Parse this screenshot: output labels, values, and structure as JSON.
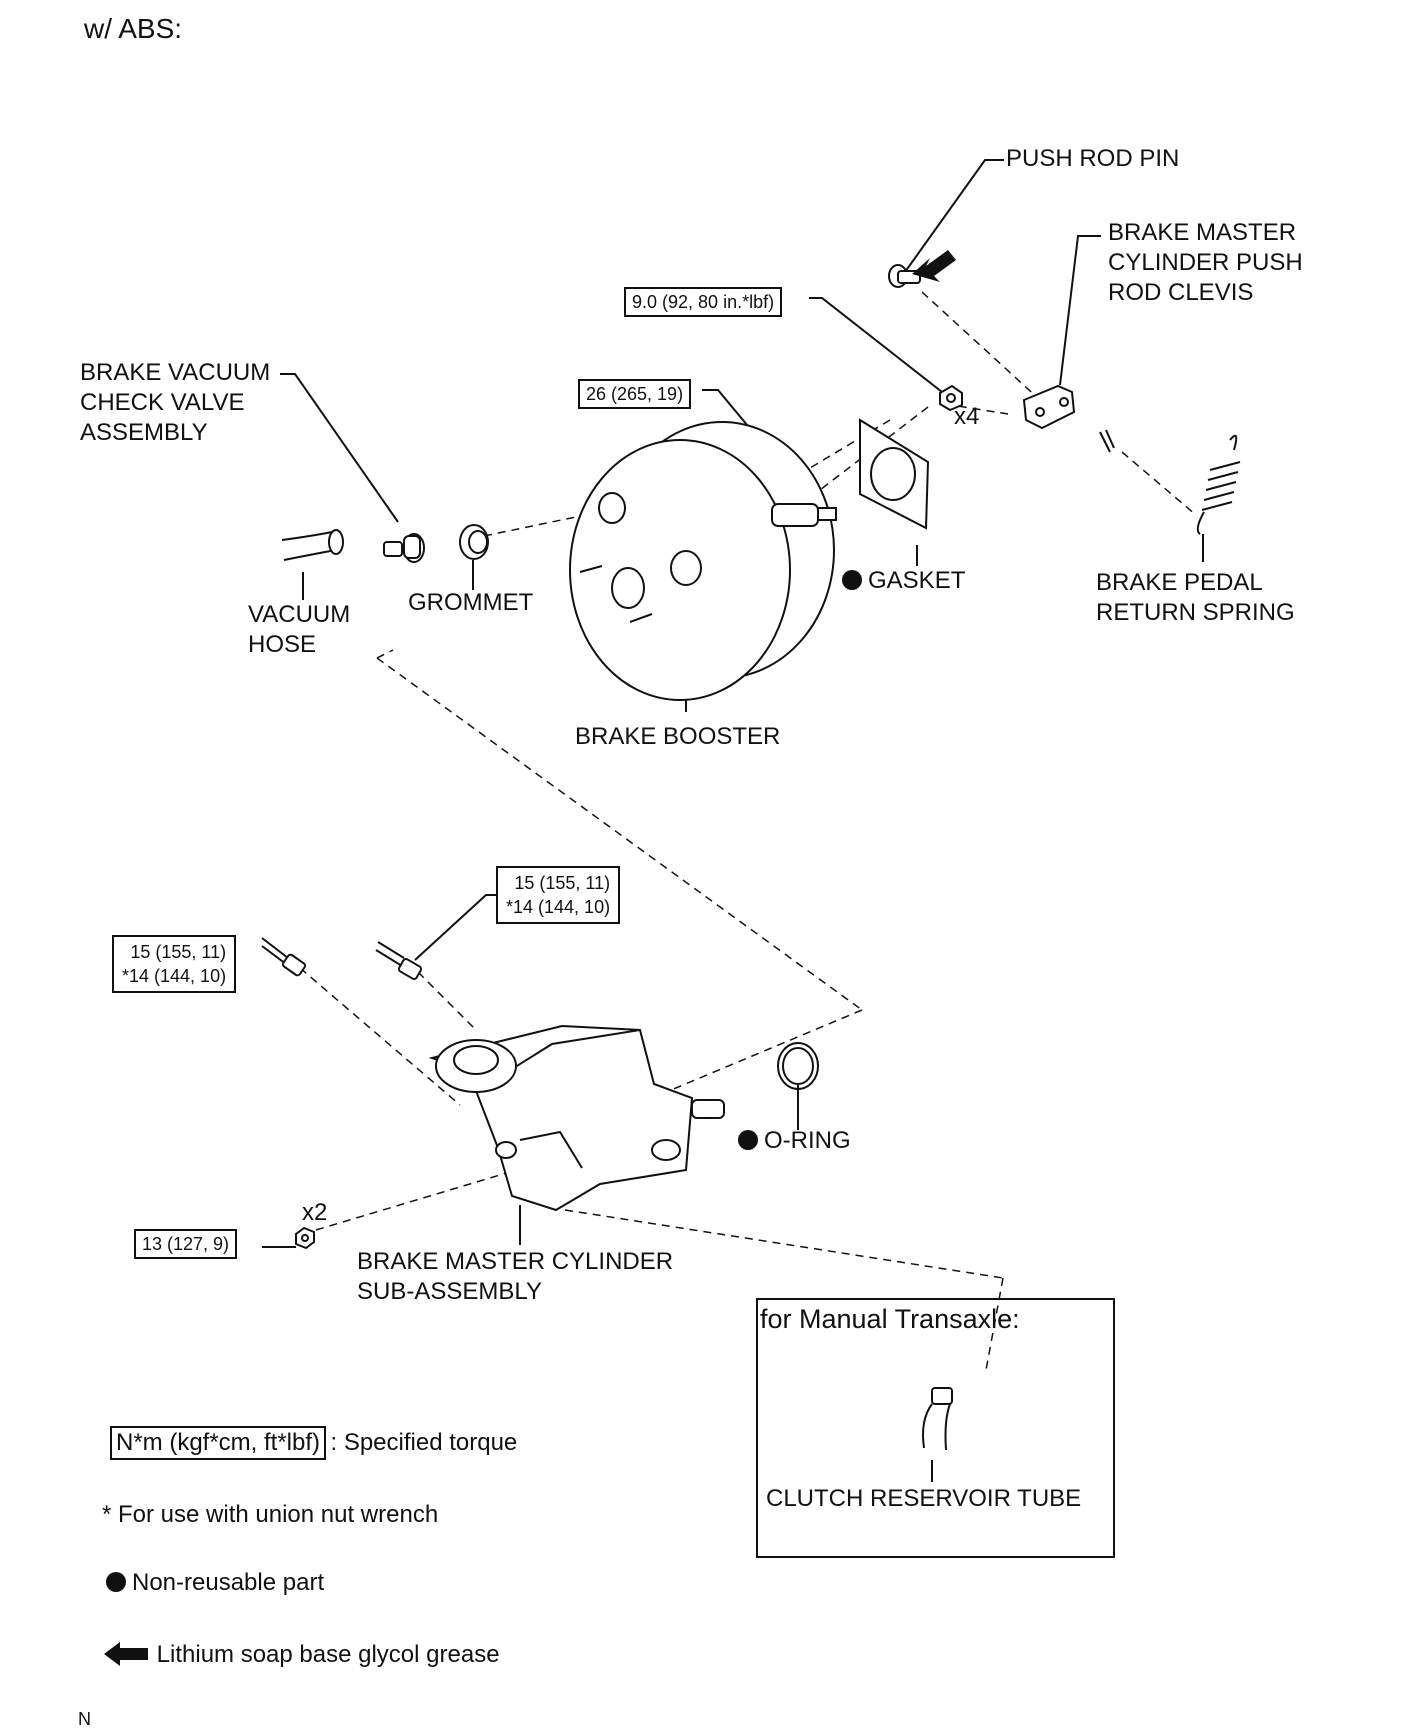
{
  "header": {
    "variant": "w/ ABS:"
  },
  "parts": {
    "push_rod_pin": "PUSH ROD PIN",
    "push_rod_clevis": [
      "BRAKE MASTER",
      "CYLINDER PUSH",
      "ROD CLEVIS"
    ],
    "check_valve": [
      "BRAKE VACUUM",
      "CHECK VALVE",
      "ASSEMBLY"
    ],
    "vacuum_hose": [
      "VACUUM",
      "HOSE"
    ],
    "grommet": "GROMMET",
    "gasket": "GASKET",
    "return_spring": [
      "BRAKE PEDAL",
      "RETURN SPRING"
    ],
    "brake_booster": "BRAKE BOOSTER",
    "o_ring": "O-RING",
    "master_cylinder": [
      "BRAKE MASTER CYLINDER",
      "SUB-ASSEMBLY"
    ],
    "qty_x4": "x4",
    "qty_x2": "x2"
  },
  "torques": {
    "clevis_nut": "9.0 (92, 80 in.*lbf)",
    "booster_nut": "26 (265, 19)",
    "brake_line_right": [
      "15 (155, 11)",
      "*14 (144, 10)"
    ],
    "brake_line_left": [
      "15 (155, 11)",
      "*14 (144, 10)"
    ],
    "master_cylinder_nut": "13 (127, 9)"
  },
  "inset": {
    "title": "for Manual Transaxle:",
    "part": "CLUTCH RESERVOIR TUBE"
  },
  "legend": {
    "torque_unit": "N*m (kgf*cm, ft*lbf)",
    "torque_text": ": Specified torque",
    "union_note": "* For use with union nut wrench",
    "non_reusable": "Non-reusable part",
    "grease": "Lithium soap base glycol grease"
  },
  "footer": {
    "code": "N"
  }
}
